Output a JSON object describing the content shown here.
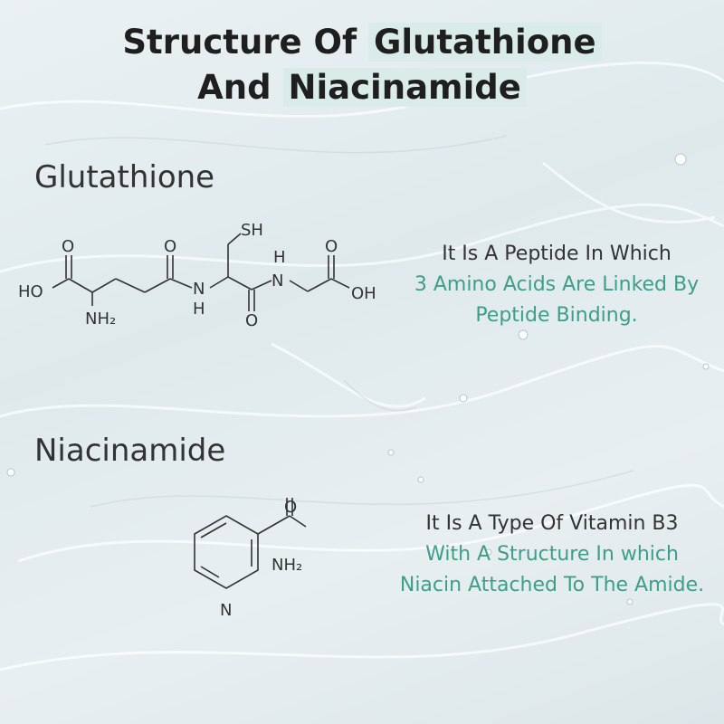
{
  "title": {
    "line1_prefix": "Structure Of",
    "line1_highlight": "Glutathione",
    "line2_prefix": "And",
    "line2_highlight": "Niacinamide"
  },
  "glutathione": {
    "heading": "Glutathione",
    "description": {
      "line1": "It Is A Peptide In Which",
      "line2": "3 Amino Acids Are Linked By",
      "line3": "Peptide Binding."
    },
    "atoms": {
      "o1": "O",
      "o2": "O",
      "o3": "O",
      "o4": "O",
      "ho": "HO",
      "nh2": "NH₂",
      "n1": "N",
      "h1": "H",
      "sh": "SH",
      "h2": "H",
      "n2": "N",
      "oh": "OH"
    }
  },
  "niacinamide": {
    "heading": "Niacinamide",
    "description": {
      "line1": "It Is A Type Of Vitamin B3",
      "line2": "With A Structure In which",
      "line3": "Niacin Attached To The Amide."
    },
    "atoms": {
      "o": "O",
      "nh2": "NH₂",
      "n": "N"
    }
  },
  "colors": {
    "accent": "#3d9e8a",
    "highlight": "#d9ecea",
    "text": "#2b2b2b"
  }
}
